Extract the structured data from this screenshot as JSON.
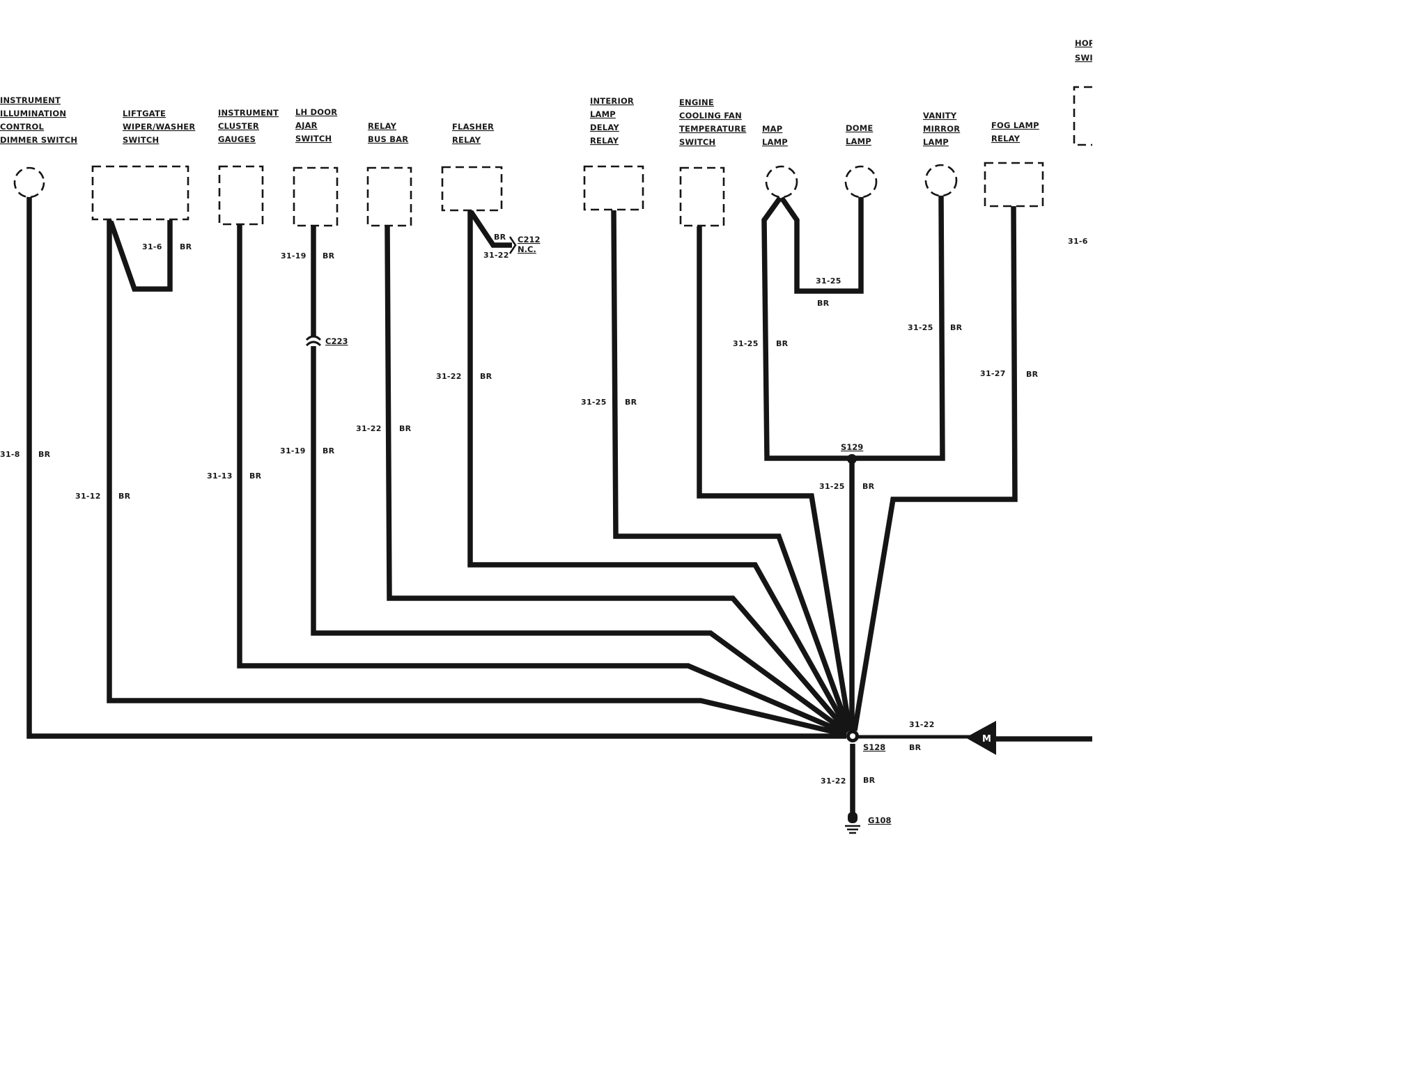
{
  "components": {
    "instrument_illumination": [
      "INSTRUMENT",
      "ILLUMINATION",
      "CONTROL",
      "DIMMER SWITCH"
    ],
    "liftgate_switch": [
      "LIFTGATE",
      "WIPER/WASHER",
      "SWITCH"
    ],
    "instrument_cluster": [
      "INSTRUMENT",
      "CLUSTER",
      "GAUGES"
    ],
    "lh_door_ajar": [
      "LH DOOR",
      "AJAR",
      "SWITCH"
    ],
    "relay_bus_bar": [
      "RELAY",
      "BUS BAR"
    ],
    "flasher_relay": [
      "FLASHER",
      "RELAY"
    ],
    "interior_lamp_delay": [
      "INTERIOR",
      "LAMP",
      "DELAY",
      "RELAY"
    ],
    "engine_cooling_fan": [
      "ENGINE",
      "COOLING FAN",
      "TEMPERATURE",
      "SWITCH"
    ],
    "map_lamp": [
      "MAP",
      "LAMP"
    ],
    "dome_lamp": [
      "DOME",
      "LAMP"
    ],
    "vanity_mirror": [
      "VANITY",
      "MIRROR",
      "LAMP"
    ],
    "fog_lamp_relay": [
      "FOG LAMP",
      "RELAY"
    ],
    "horn_switch_partial": [
      "HOR",
      "SWI"
    ]
  },
  "wires": {
    "w_dimmer": {
      "circuit": "31-8",
      "color": "BR"
    },
    "w_liftgate_a": {
      "circuit": "31-6",
      "color": "BR"
    },
    "w_liftgate_b": {
      "circuit": "31-12",
      "color": "BR"
    },
    "w_cluster": {
      "circuit": "31-13",
      "color": "BR"
    },
    "w_door_top": {
      "circuit": "31-19",
      "color": "BR"
    },
    "w_door_bottom": {
      "circuit": "31-19",
      "color": "BR"
    },
    "w_relay_bus": {
      "circuit": "31-22",
      "color": "BR"
    },
    "w_flasher": {
      "circuit": "31-22",
      "color": "BR"
    },
    "w_flasher_nc": {
      "circuit": "31-22",
      "color": "BR"
    },
    "w_interior_delay": {
      "circuit": "31-25",
      "color": "BR"
    },
    "w_map_dome": {
      "circuit": "31-25",
      "color": "BR"
    },
    "w_map_left": {
      "circuit": "31-25",
      "color": "BR"
    },
    "w_vanity": {
      "circuit": "31-25",
      "color": "BR"
    },
    "w_s129": {
      "circuit": "31-25",
      "color": "BR"
    },
    "w_fog": {
      "circuit": "31-27",
      "color": "BR"
    },
    "w_m_in": {
      "circuit": "31-22",
      "color": "BR"
    },
    "w_ground": {
      "circuit": "31-22",
      "color": "BR"
    },
    "w_horn_partial": {
      "circuit": "31-6"
    }
  },
  "connectors": {
    "c223": "C223",
    "c212": "C212",
    "c212_note": "N.C.",
    "s129": "S129",
    "s128": "S128",
    "g108": "G108",
    "m": "M"
  }
}
